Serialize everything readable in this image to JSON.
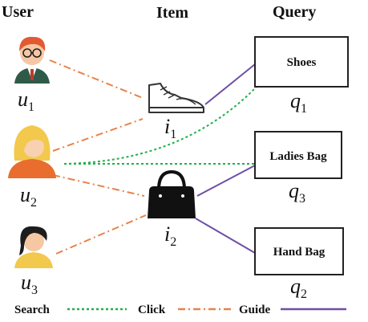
{
  "headers": {
    "user": "User",
    "item": "Item",
    "query": "Query"
  },
  "users": [
    {
      "var": "u",
      "sub": "1"
    },
    {
      "var": "u",
      "sub": "2"
    },
    {
      "var": "u",
      "sub": "3"
    }
  ],
  "items": [
    {
      "var": "i",
      "sub": "1",
      "icon": "sneaker-icon"
    },
    {
      "var": "i",
      "sub": "2",
      "icon": "handbag-icon"
    }
  ],
  "queries": [
    {
      "label": "Shoes",
      "var": "q",
      "sub": "1"
    },
    {
      "label": "Ladies Bag",
      "var": "q",
      "sub": "3"
    },
    {
      "label": "Hand Bag",
      "var": "q",
      "sub": "2"
    }
  ],
  "legend": {
    "search": "Search",
    "click": "Click",
    "guide": "Guide"
  },
  "colors": {
    "search": "#22b04a",
    "click": "#e8834a",
    "guide": "#6f4fa6",
    "box_stroke": "#222222"
  }
}
